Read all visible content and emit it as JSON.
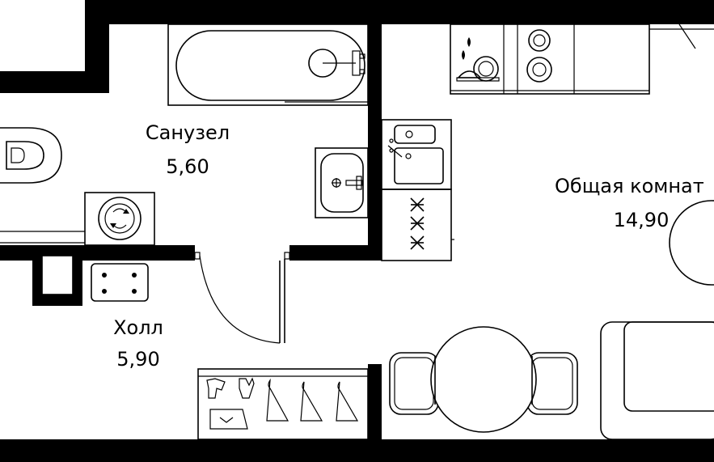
{
  "rooms": {
    "bathroom": {
      "name": "Санузел",
      "area": "5,60"
    },
    "living_room": {
      "name": "Общая комнат",
      "area": "14,90"
    },
    "hall": {
      "name": "Холл",
      "area": "5,90"
    }
  },
  "colors": {
    "wall": "#000000",
    "background": "#ffffff",
    "fixture_stroke": "#000000"
  }
}
